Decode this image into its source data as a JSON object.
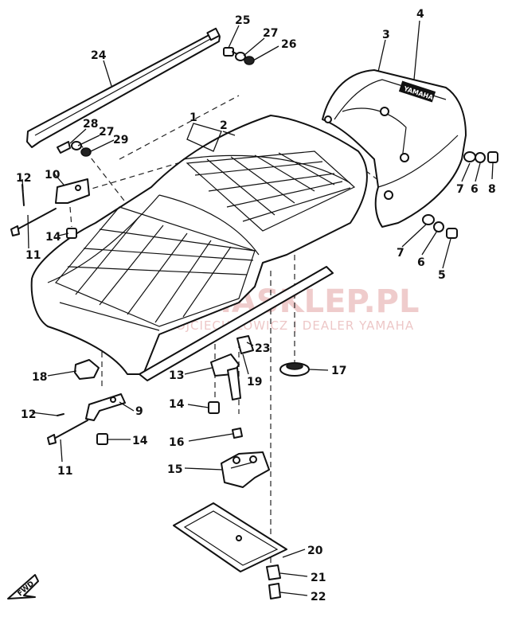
{
  "watermark": {
    "line1": "YAMASKLEP.PL",
    "line2": "WOJCIECH ŁOWICZ | DEALER YAMAHA"
  },
  "badges": {
    "cowl": "YAMAHA",
    "front": "FWD"
  },
  "callouts": {
    "c1": "1",
    "c2": "2",
    "c3": "3",
    "c4": "4",
    "c5": "5",
    "c6a": "6",
    "c6b": "6",
    "c7a": "7",
    "c7b": "7",
    "c8": "8",
    "c9": "9",
    "c10": "10",
    "c11a": "11",
    "c11b": "11",
    "c12a": "12",
    "c12b": "12",
    "c13": "13",
    "c14a": "14",
    "c14b": "14",
    "c14c": "14",
    "c15": "15",
    "c16": "16",
    "c17": "17",
    "c18": "18",
    "c19": "19",
    "c20": "20",
    "c21": "21",
    "c22": "22",
    "c23": "23",
    "c24": "24",
    "c25": "25",
    "c26": "26",
    "c27a": "27",
    "c27b": "27",
    "c28": "28",
    "c29": "29"
  }
}
